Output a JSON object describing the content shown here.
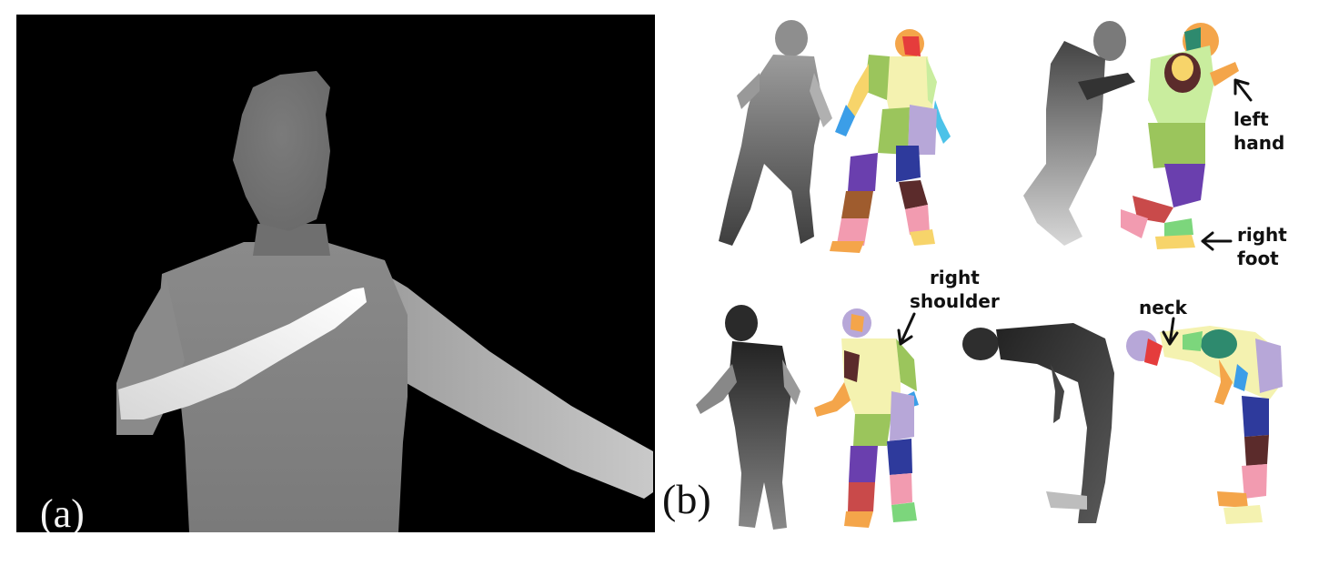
{
  "figure": {
    "panel_labels": {
      "a": "(a)",
      "b": "(b)"
    },
    "annotations": {
      "left_hand": "left\nhand",
      "right_foot": "right\nfoot",
      "right_shoulder": "right\nshoulder",
      "neck": "neck"
    },
    "colors": {
      "depth_background": "#000000",
      "depth_body": "#8c8c8c",
      "depth_highlight": "#f2f2f2",
      "part_palette": [
        "#f4a54a",
        "#e53c3c",
        "#6a3fae",
        "#5b2b2b",
        "#9bc55c",
        "#f4f2b0",
        "#c9ed9e",
        "#5d3f95",
        "#2e3a9c",
        "#9f5c2e",
        "#f29bb0",
        "#c94a4a",
        "#3b9ee8",
        "#7cd67c",
        "#b7a7d8",
        "#e6d48a",
        "#3d2b8f",
        "#4cc2e8",
        "#2e8a6e",
        "#f7d46a"
      ]
    }
  }
}
